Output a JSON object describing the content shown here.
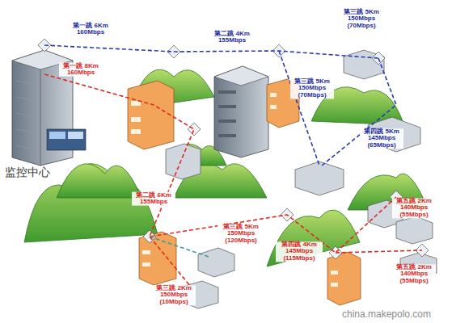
{
  "diagram": {
    "nodes": [
      {
        "text": [
          "监控中心"
        ]
      }
    ],
    "labels": [
      "第一跳 6Km 160Mbps",
      "第二跳 4Km 155Mbps",
      "第三跳 5Km 150Mbps (70Mbps)",
      "第一跳 8Km 160Mbps",
      "第三跳 5Km 150Mbps (70Mbps)",
      "第四跳 5Km 145Mbps (65Mbps)",
      "第二跳 6Km 155Mbps",
      "第五跳 2Km 140Mbps (55Mbps)",
      "第三跳 5Km 150Mbps (120Mbps)",
      "第四跳 4Km 145Mbps (115Mbps)",
      "第五跳 2Km 140Mbps (55Mbps)",
      "第三跳 2Km 150Mbps (10Mbps)",
      "china.makepolo.com"
    ]
  }
}
